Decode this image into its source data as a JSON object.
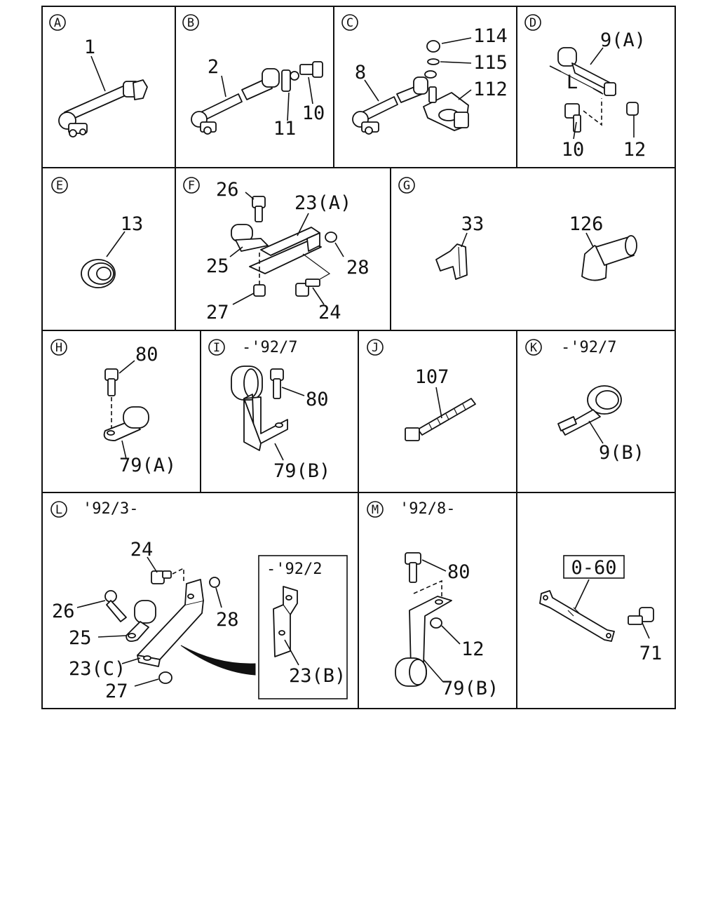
{
  "panels": {
    "A": {
      "circle": "A",
      "labels": {
        "p1": "1"
      }
    },
    "B": {
      "circle": "B",
      "labels": {
        "p2": "2",
        "p11": "11",
        "p10": "10"
      }
    },
    "C": {
      "circle": "C",
      "labels": {
        "p8": "8",
        "p114": "114",
        "p115": "115",
        "p112": "112"
      }
    },
    "D": {
      "circle": "D",
      "labels": {
        "p9a": "9(A)",
        "L": "L",
        "p10": "10",
        "p12": "12"
      }
    },
    "E": {
      "circle": "E",
      "labels": {
        "p13": "13"
      }
    },
    "F": {
      "circle": "F",
      "labels": {
        "p26": "26",
        "p23a": "23(A)",
        "p25": "25",
        "p28": "28",
        "p27": "27",
        "p24": "24"
      }
    },
    "G": {
      "circle": "G",
      "labels": {
        "p33": "33",
        "p126": "126"
      }
    },
    "H": {
      "circle": "H",
      "labels": {
        "p80": "80",
        "p79a": "79(A)"
      }
    },
    "I": {
      "circle": "I",
      "note": "-'92/7",
      "labels": {
        "p80": "80",
        "p79b": "79(B)"
      }
    },
    "J": {
      "circle": "J",
      "labels": {
        "p107": "107"
      }
    },
    "K": {
      "circle": "K",
      "note": "-'92/7",
      "labels": {
        "p9b": "9(B)"
      }
    },
    "L": {
      "circle": "L",
      "note": "'92/3-",
      "inset_note": "-'92/2",
      "labels": {
        "p24": "24",
        "p26": "26",
        "p28": "28",
        "p25": "25",
        "p23c": "23(C)",
        "p27": "27",
        "p23b": "23(B)"
      }
    },
    "M": {
      "circle": "M",
      "note": "'92/8-",
      "labels": {
        "p80": "80",
        "p12": "12",
        "p79b": "79(B)"
      }
    },
    "N": {
      "boxed": "0-60",
      "labels": {
        "p71": "71"
      }
    }
  }
}
